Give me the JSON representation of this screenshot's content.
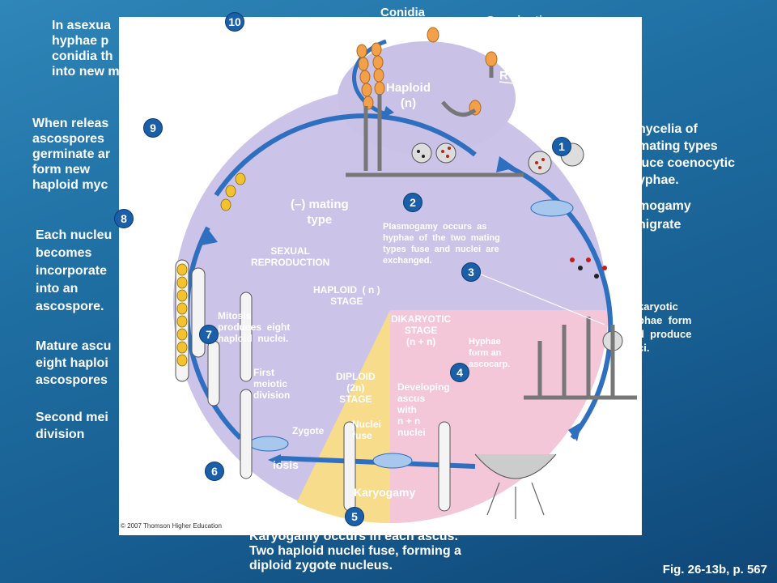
{
  "left_text": {
    "t1": "In asexua\nhyphae p\nconidia th\ninto new m",
    "t2": "When releas\nascospores\ngerminate ar\nform new\nhaploid myc",
    "t3": "Each nucleu\nbecomes\nincorporate\ninto an\nascospore.",
    "t4": "Mature ascu\neight haploi\nascospores",
    "t5": "Second mei\ndivision"
  },
  "right_text": {
    "r1": "nycelia of\nmating types\nluce coenocytic\nyphae.",
    "r2": "mogamy\nnigrate",
    "r3": "karyotic\nphae  form\nd  produce\nci."
  },
  "top_labels": {
    "conidia": "Conidia",
    "germinating": "Germinating",
    "haploid": "Haploid\n(n)",
    "r_partial": "R"
  },
  "diagram": {
    "minus_mating": "(–) mating\ntype",
    "sexual_reproduction": "SEXUAL\nREPRODUCTION",
    "haploid_stage": "HAPLOID  ( n )\nSTAGE",
    "dikaryotic_stage": "DIKARYOTIC\nSTAGE\n(n + n)",
    "diploid_stage": "DIPLOID\n(2n)\nSTAGE",
    "plasmogamy_text": "Plasmogamy  occurs  as\nhyphae  of  the  two  mating\ntypes  fuse  and  nuclei  are\nexchanged.",
    "mitosis_text": "Mitosis\nproduces  eight\nhaploid  nuclei.",
    "first_meiotic": "First\nmeiotic\ndivision",
    "zygote": "Zygote",
    "nuclei_fuse": "Nuclei\nfuse",
    "hyphae_ascocarp": "Hyphae\nform an\nascocarp.",
    "developing_ascus": "Developing\nascus\nwith\nn + n\nnuclei",
    "meiosis_partial": "iosis",
    "karyogamy_partial": "Karyogamy",
    "copyright": "© 2007 Thomson Higher Education"
  },
  "badges": [
    "10",
    "9",
    "8",
    "7",
    "6",
    "5",
    "4",
    "3",
    "2",
    "1"
  ],
  "bottom_caption": "Karyogamy occurs in each ascus.\nTwo haploid nuclei fuse, forming a\ndiploid zygote nucleus.",
  "figure_ref": "Fig. 26-13b, p. 567",
  "colors": {
    "background": "#1f6fa3",
    "haploid_region": "#c9c1e6",
    "dikaryotic_region": "#f3c6d8",
    "diploid_region": "#f7dc8c",
    "arrow": "#2e6fc0",
    "badge": "#1a5fa8"
  }
}
